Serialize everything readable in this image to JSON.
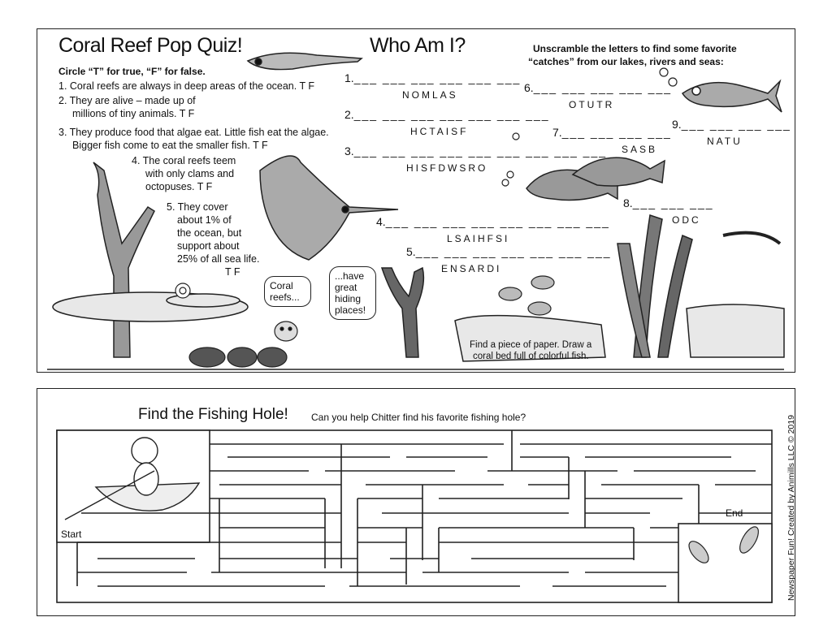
{
  "quiz": {
    "title": "Coral Reef Pop Quiz!",
    "instructions": "Circle “T” for true, “F” for false.",
    "questions": [
      {
        "lines": [
          "1. Coral reefs are always in deep areas of the ocean.   T    F"
        ]
      },
      {
        "lines": [
          "2. They are alive – made up of",
          "millions of tiny animals.    T    F"
        ]
      },
      {
        "lines": [
          "3. They produce food that algae eat. Little fish eat the algae.",
          "Bigger fish come to eat the smaller fish.   T    F"
        ]
      },
      {
        "lines": [
          "4. The coral reefs teem",
          "with only clams and",
          "octopuses.   T    F"
        ]
      },
      {
        "lines": [
          "5. They cover",
          "about 1% of",
          "the ocean, but",
          "support about",
          "25% of all sea life.",
          "T    F"
        ]
      }
    ],
    "bubbles": [
      "Coral reefs...",
      "...have great hiding places!"
    ],
    "drawing_prompt": [
      "Find a piece of paper. Draw a",
      "coral bed full of colorful fish."
    ]
  },
  "who_am_i": {
    "title": "Who Am I?",
    "instructions": [
      "Unscramble the letters to find some favorite",
      "“catches” from our lakes, rivers and seas:"
    ],
    "items": [
      {
        "number": "1.",
        "scrambled": "NOMLAS"
      },
      {
        "number": "2.",
        "scrambled": "HCTAISF"
      },
      {
        "number": "3.",
        "scrambled": "HISFDWSRO"
      },
      {
        "number": "4.",
        "scrambled": "LSAIHFSI"
      },
      {
        "number": "5.",
        "scrambled": "ENSARDI"
      },
      {
        "number": "6.",
        "scrambled": "OTUTR"
      },
      {
        "number": "7.",
        "scrambled": "SASB"
      },
      {
        "number": "8.",
        "scrambled": "ODC"
      },
      {
        "number": "9.",
        "scrambled": "NATU"
      }
    ]
  },
  "maze": {
    "title": "Find the Fishing Hole!",
    "subtitle": "Can you help Chitter find his favorite fishing hole?",
    "start_label": "Start",
    "end_label": "End"
  },
  "credit": "Newspaper Fun! Created by Animills LLC © 2019"
}
